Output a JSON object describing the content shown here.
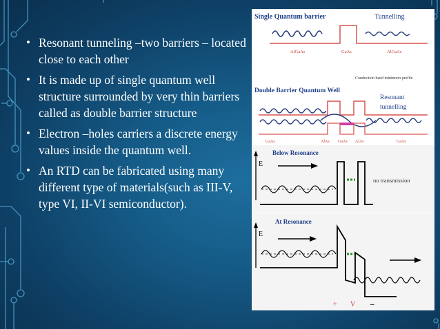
{
  "slide": {
    "bullets": [
      "Resonant tunneling –two barriers – located close to each other",
      "It is made up of single quantum well structure surrounded by very thin barriers called as double barrier structure",
      "Electron –holes carriers a discrete energy values inside the quantum well.",
      "An RTD can be fabricated using many different type of materials(such as III-V, type VI, II-VI semiconductor)."
    ],
    "bullet_symbol": "•"
  },
  "figure": {
    "panel1": {
      "title": "Single Quantum barrier",
      "tunnelling": "Tunnelling",
      "left_material": "AlGaAs",
      "middle_material": "GaAs",
      "right_material": "AlGaAs",
      "caption": "Conduction band minimum profile"
    },
    "panel2": {
      "title": "Double Barrier Quantum Well",
      "resonant": "Resonant",
      "tunnelling": "tunnelling",
      "materials": [
        "GaAs",
        "AlAs",
        "GaAs",
        "AlAs",
        "GaAs"
      ]
    },
    "panel3": {
      "axis_label": "E",
      "title": "Below Resonance",
      "note": "no transmission"
    },
    "panel4": {
      "axis_label": "E",
      "title": "At Resonance",
      "plus": "+",
      "v": "V",
      "minus": "–"
    },
    "colors": {
      "label_blue": "#1f3f8a",
      "material_red": "#c0392b",
      "barrier_red": "#d9534f",
      "wave_blue": "#233a7a",
      "level_green": "#2e8b2e",
      "highlight_magenta": "#d63aa6"
    }
  }
}
